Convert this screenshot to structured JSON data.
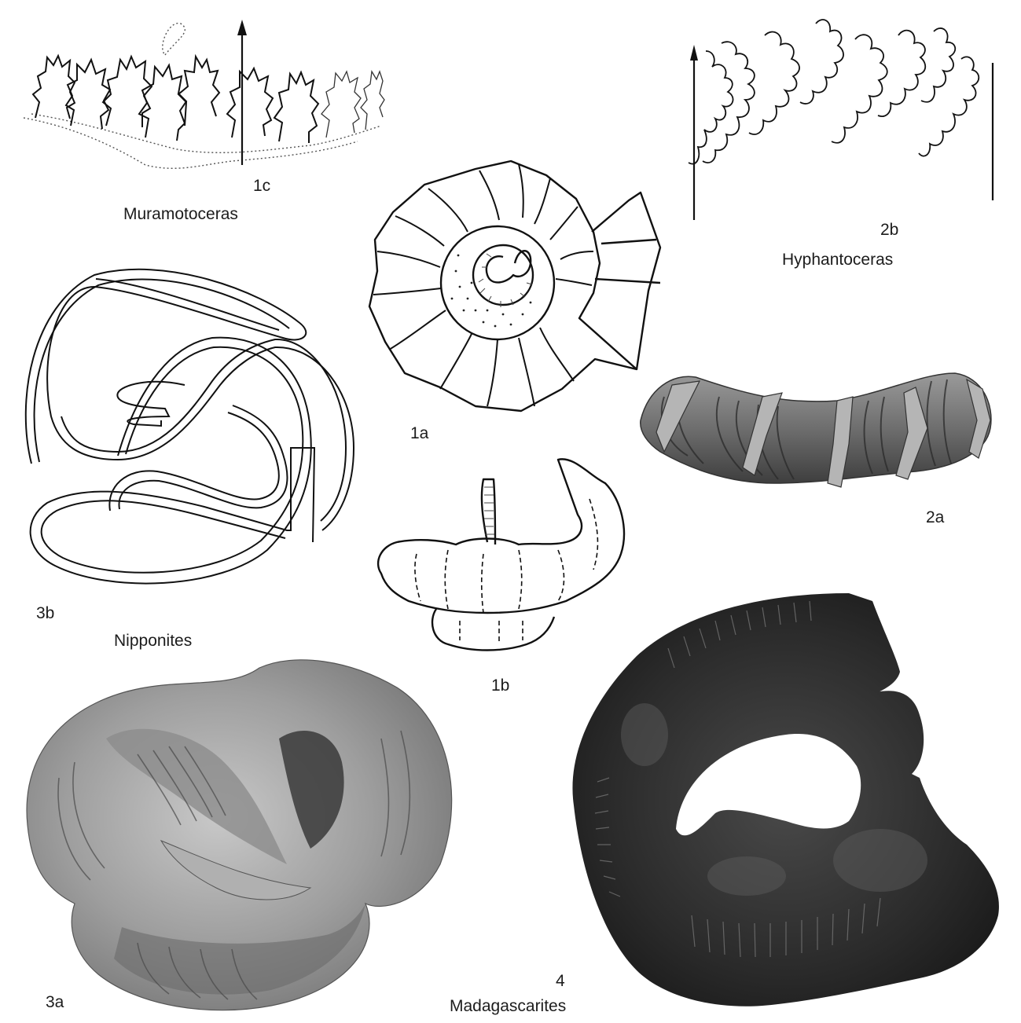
{
  "plate": {
    "background": "#ffffff",
    "ink_color": "#1a1a1a",
    "figures": [
      {
        "id": "1a",
        "label": "1a",
        "genus": "Muramotoceras",
        "type": "line-drawing",
        "view": "lateral view, open spiral with ribs and stippled inner whorl"
      },
      {
        "id": "1b",
        "label": "1b",
        "genus": "Muramotoceras",
        "type": "line-drawing",
        "view": "ventral/side view, coiled shell with protruding apex"
      },
      {
        "id": "1c",
        "label": "1c",
        "genus": "Muramotoceras",
        "type": "suture-line",
        "view": "suture line with midline arrow"
      },
      {
        "id": "2a",
        "label": "2a",
        "genus": "Hyphantoceras",
        "type": "shaded-drawing",
        "view": "curved shell segment with ribs and flared constrictions"
      },
      {
        "id": "2b",
        "label": "2b",
        "genus": "Hyphantoceras",
        "type": "suture-line",
        "view": "suture line with arrow at left and line at right"
      },
      {
        "id": "3a",
        "label": "3a",
        "genus": "Nipponites",
        "type": "shaded-drawing",
        "view": "meandering knotted shell"
      },
      {
        "id": "3b",
        "label": "3b",
        "genus": "Nipponites",
        "type": "line-drawing",
        "view": "schematic of meandering tube coiling"
      },
      {
        "id": "4",
        "label": "4",
        "genus": "Madagascarites",
        "type": "photograph",
        "view": "dark fossil specimen, ribbed open coil"
      }
    ]
  },
  "labels": {
    "fig_1a": "1a",
    "fig_1b": "1b",
    "fig_1c": "1c",
    "fig_2a": "2a",
    "fig_2b": "2b",
    "fig_3a": "3a",
    "fig_3b": "3b",
    "fig_4": "4"
  },
  "genera": {
    "muramotoceras": "Muramotoceras",
    "hyphantoceras": "Hyphantoceras",
    "nipponites": "Nipponites",
    "madagascarites": "Madagascarites"
  }
}
